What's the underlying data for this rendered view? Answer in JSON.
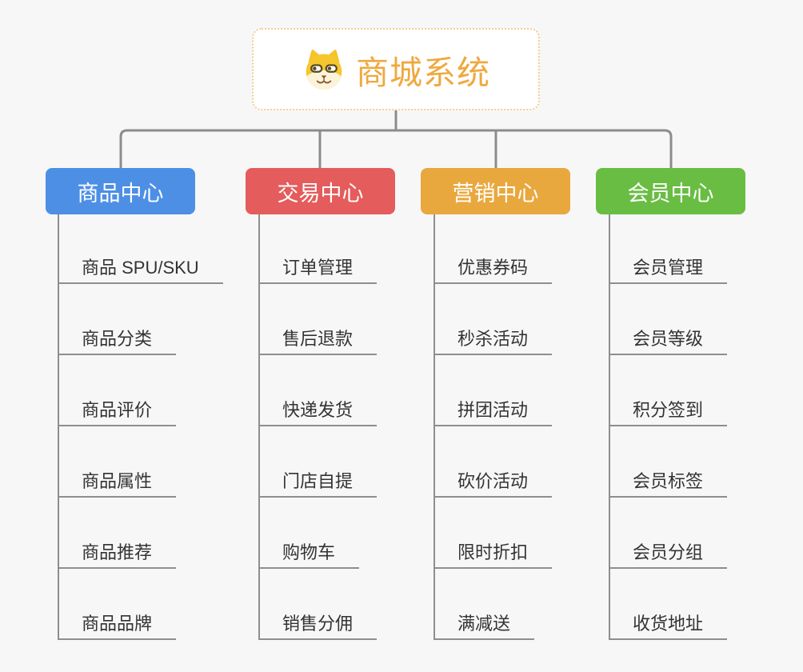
{
  "page": {
    "background_color": "#f7f7f7",
    "connector_color": "#8c8c8c",
    "underline_color": "#8e8e8e",
    "item_text_color": "#333333"
  },
  "root": {
    "title": "商城系统",
    "icon": "dog-face-icon",
    "title_color": "#efa83e",
    "border_color": "#f2cc90"
  },
  "branches": [
    {
      "label": "商品中心",
      "color": "#4d8fe4",
      "items": [
        "商品 SPU/SKU",
        "商品分类",
        "商品评价",
        "商品属性",
        "商品推荐",
        "商品品牌"
      ]
    },
    {
      "label": "交易中心",
      "color": "#e45c5c",
      "items": [
        "订单管理",
        "售后退款",
        "快递发货",
        "门店自提",
        "购物车",
        "销售分佣"
      ]
    },
    {
      "label": "营销中心",
      "color": "#e9a83e",
      "items": [
        "优惠券码",
        "秒杀活动",
        "拼团活动",
        "砍价活动",
        "限时折扣",
        "满减送"
      ]
    },
    {
      "label": "会员中心",
      "color": "#69bd43",
      "items": [
        "会员管理",
        "会员等级",
        "积分签到",
        "会员标签",
        "会员分组",
        "收货地址"
      ]
    }
  ]
}
